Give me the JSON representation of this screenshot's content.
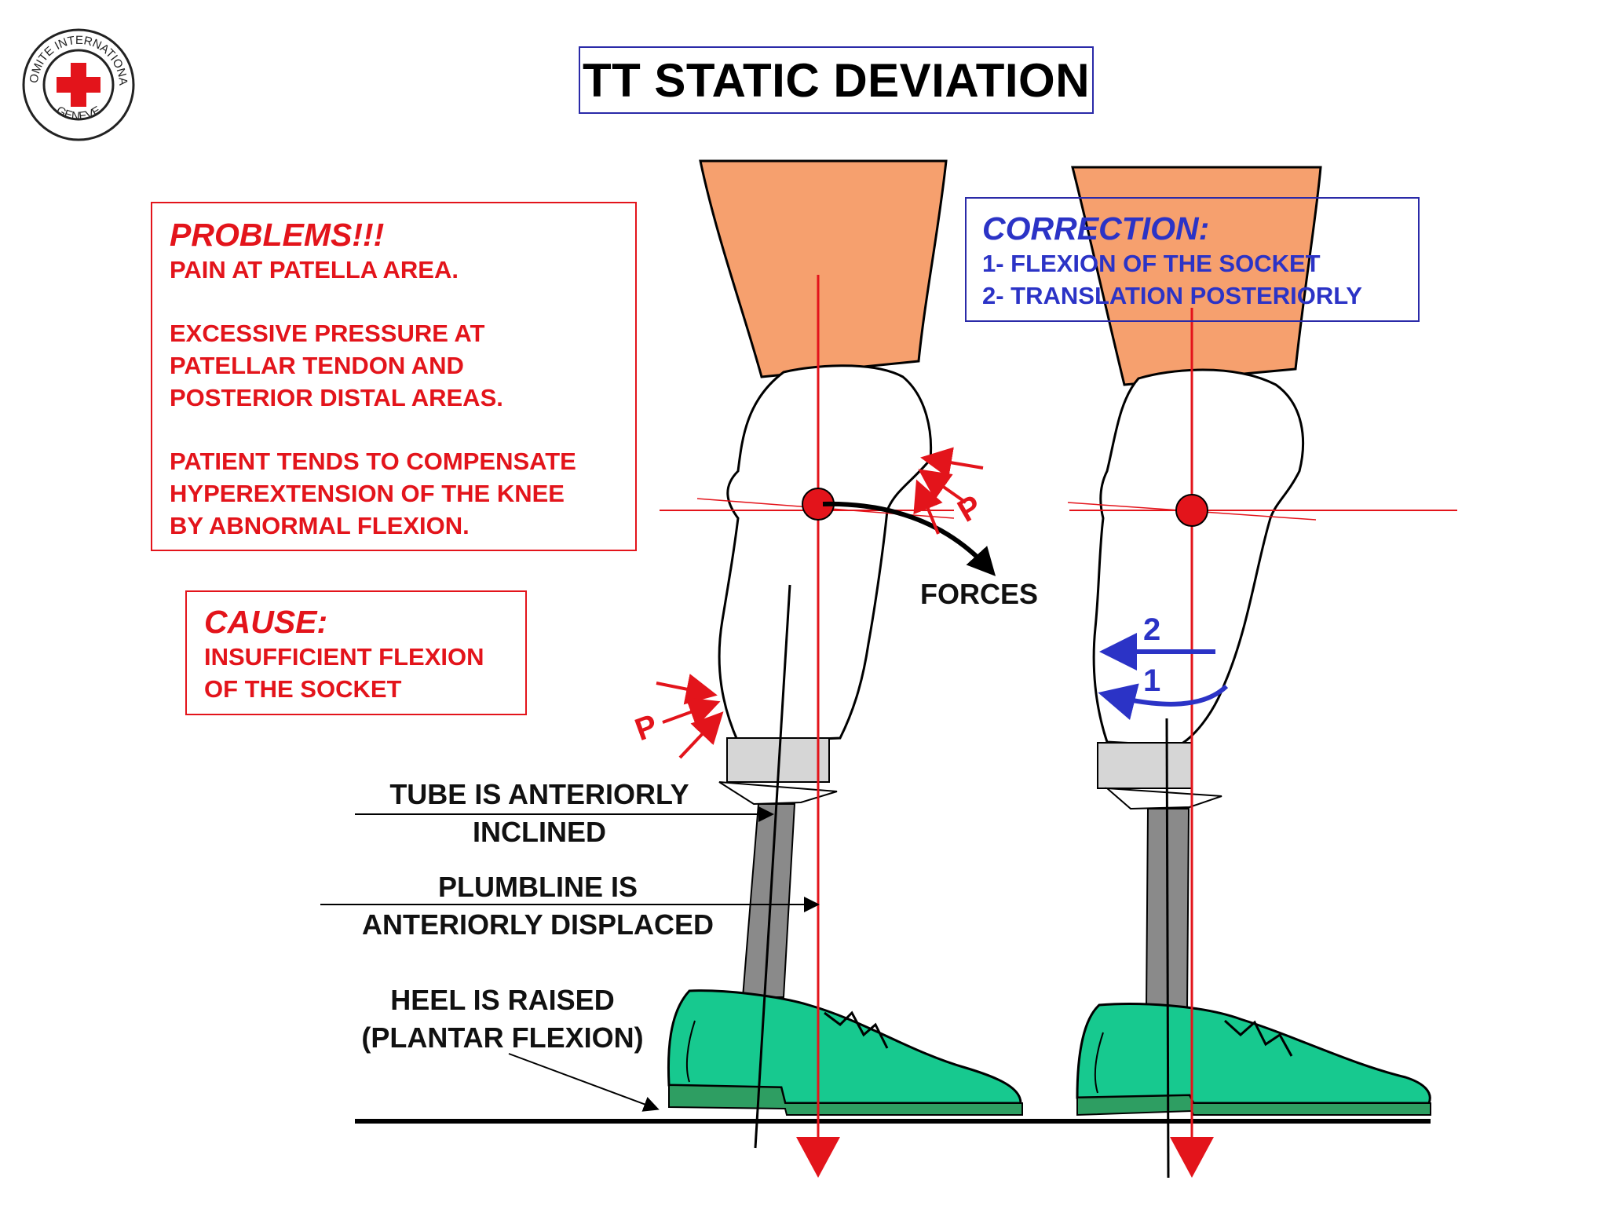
{
  "title": "TT STATIC DEVIATION",
  "emblem": {
    "ring_text_top": "COMITE INTERNATIONAL",
    "ring_text_bottom": "GENEVE",
    "icon": "red-cross"
  },
  "problems": {
    "heading": "PROBLEMS!!!",
    "lines": [
      "PAIN AT PATELLA AREA.",
      "EXCESSIVE PRESSURE AT",
      "PATELLAR TENDON AND",
      "POSTERIOR DISTAL AREAS.",
      "PATIENT TENDS TO COMPENSATE",
      "HYPEREXTENSION OF THE KNEE",
      "BY ABNORMAL FLEXION."
    ]
  },
  "cause": {
    "heading": "CAUSE:",
    "lines": [
      "INSUFFICIENT FLEXION",
      "OF THE SOCKET"
    ]
  },
  "correction": {
    "heading": "CORRECTION:",
    "lines": [
      "1- FLEXION OF THE SOCKET",
      "2- TRANSLATION POSTERIORLY"
    ]
  },
  "annotations": {
    "forces": "FORCES",
    "pressure_marker": "P",
    "tube": [
      "TUBE IS ANTERIORLY",
      "INCLINED"
    ],
    "plumbline": [
      "PLUMBLINE IS",
      "ANTERIORLY DISPLACED"
    ],
    "heel": [
      "HEEL IS RAISED",
      "(PLANTAR FLEXION)"
    ],
    "step_1": "1",
    "step_2": "2"
  },
  "colors": {
    "red": "#e3141b",
    "blue": "#2b33c6",
    "thigh": "#f6a06e",
    "shoe": "#17c98f",
    "shoe_sole": "#2e9e62",
    "pylon": "#8a8a8a",
    "adapter": "#d6d6d6"
  }
}
